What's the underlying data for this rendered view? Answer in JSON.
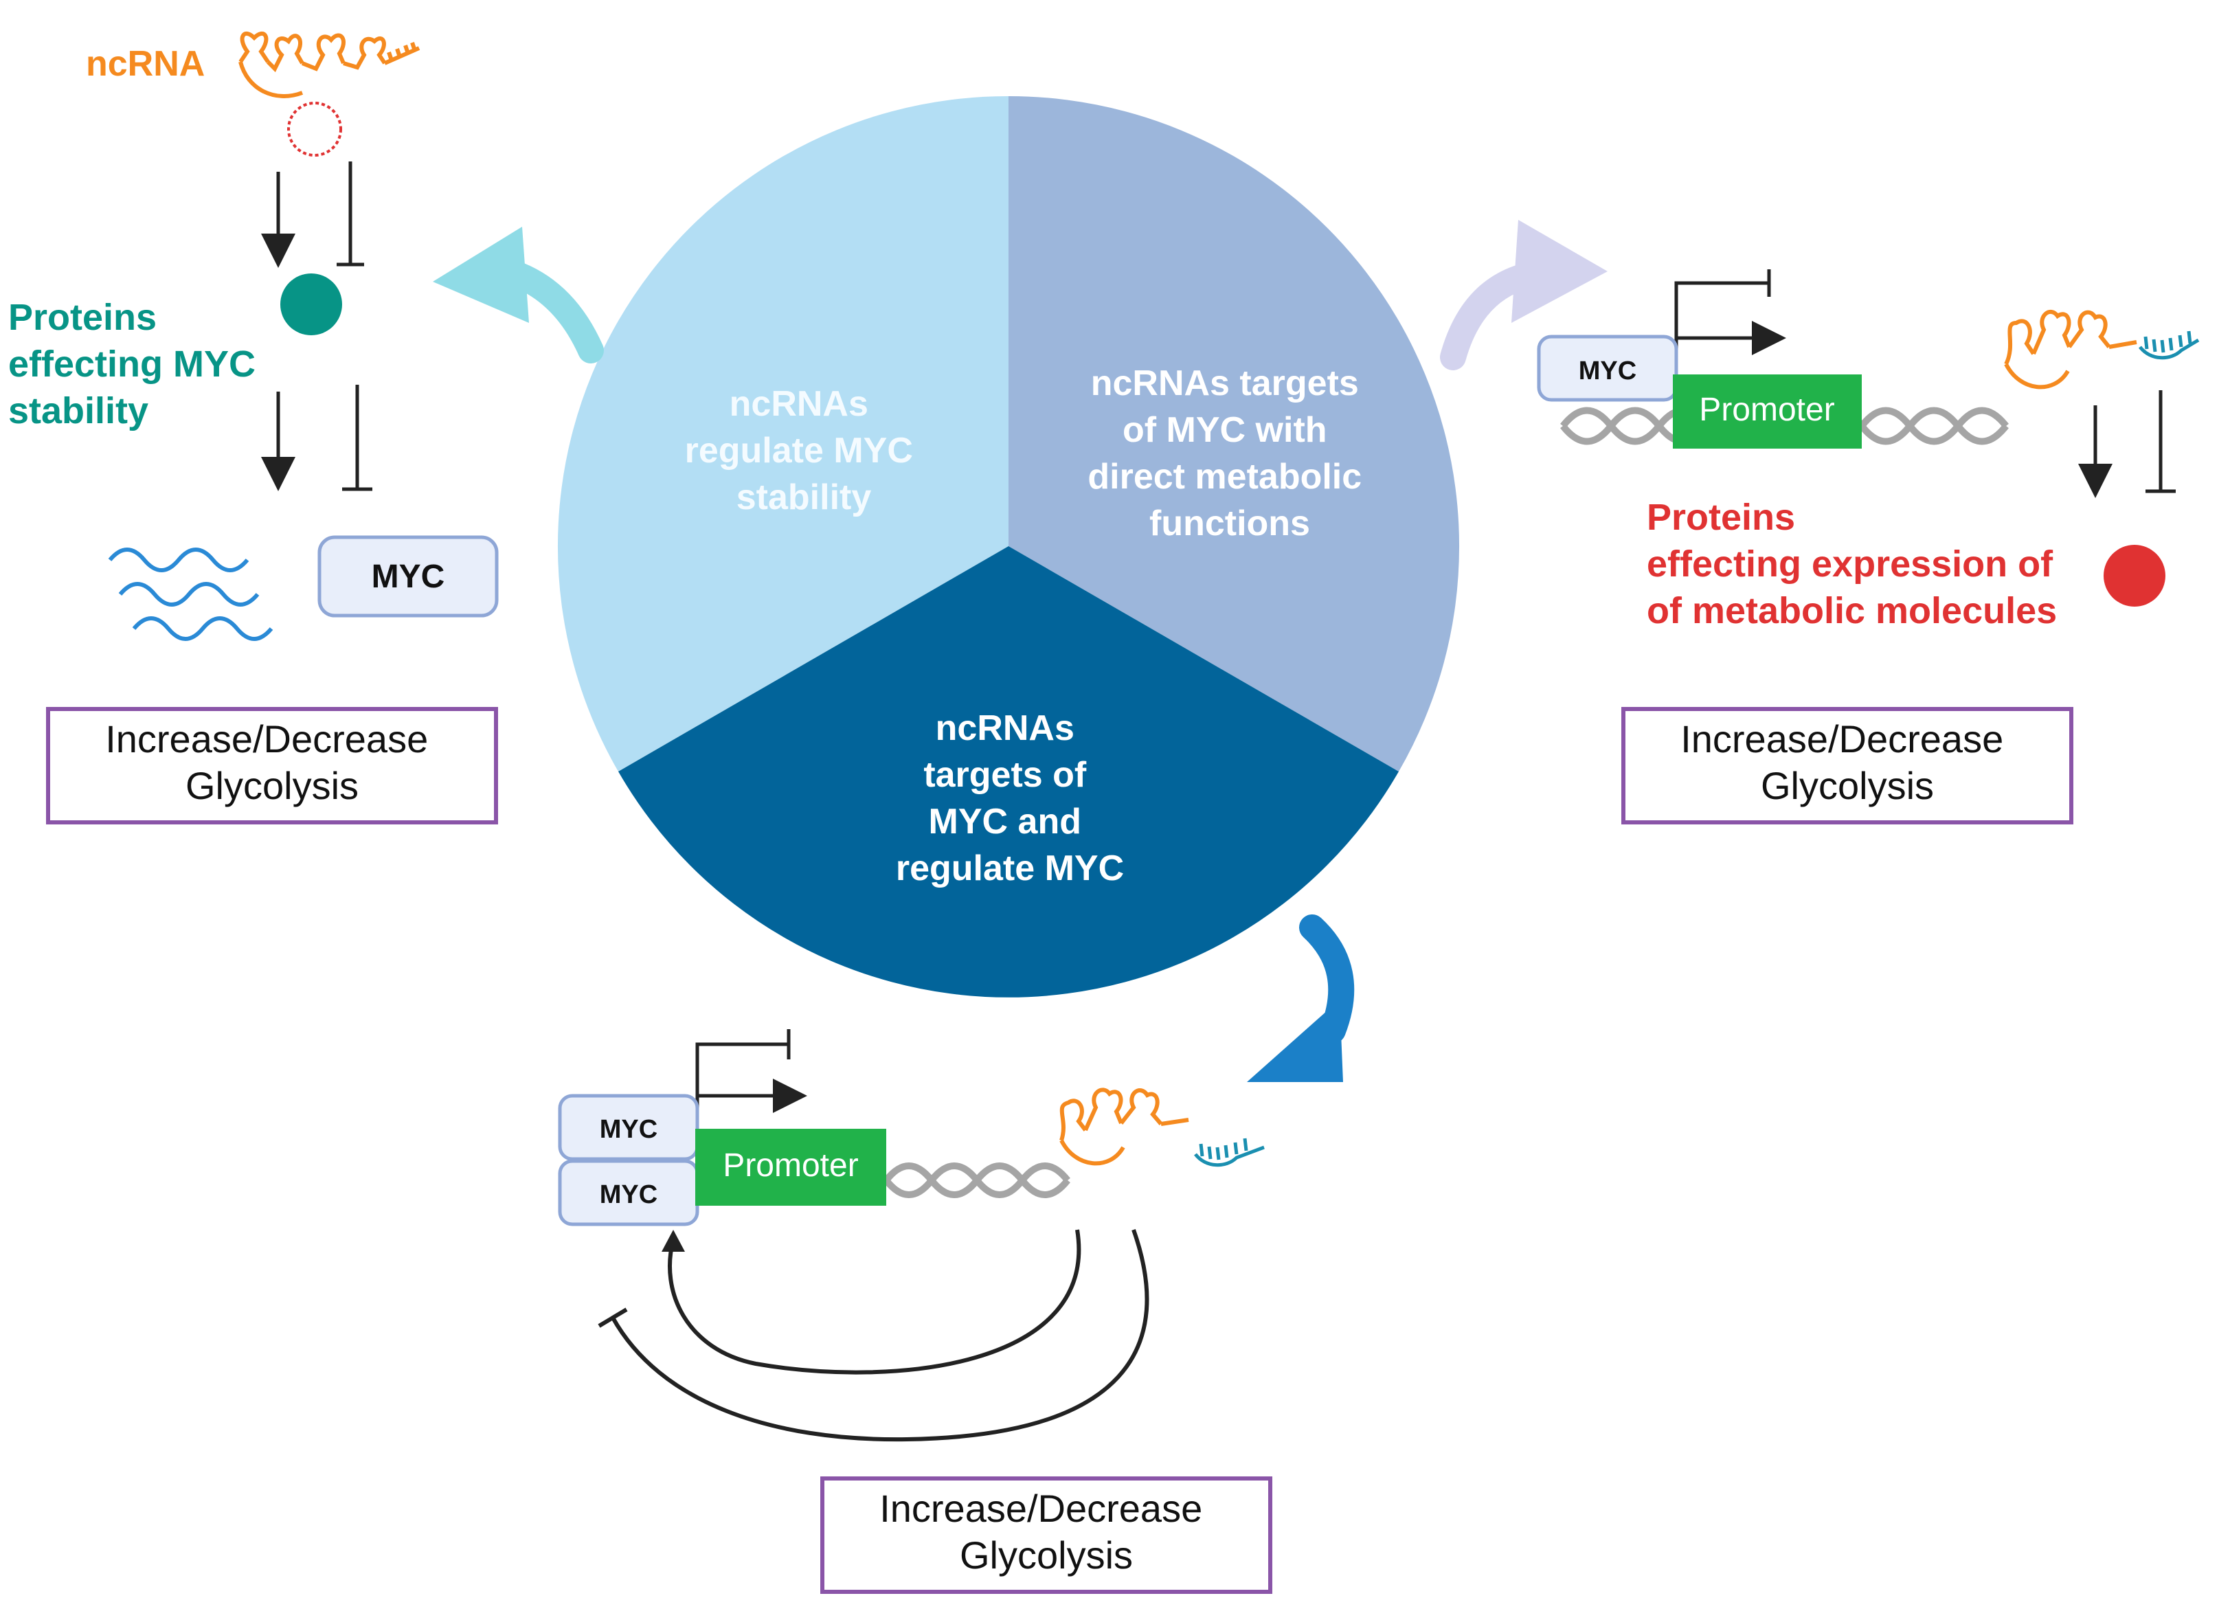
{
  "center": {
    "segment_top_left": [
      "ncRNAs",
      "regulate MYC",
      "stability"
    ],
    "segment_top_right": [
      "ncRNAs targets",
      "of  MYC  with",
      "direct metabolic",
      "functions"
    ],
    "segment_bottom": [
      "ncRNAs",
      "targets of",
      "MYC and",
      "regulate MYC"
    ]
  },
  "left_panel": {
    "ncrna_label": "ncRNA",
    "protein_label": [
      "Proteins",
      "effecting MYC",
      "stability"
    ],
    "myc_label": "MYC",
    "result": [
      "Increase/Decrease",
      "Glycolysis"
    ]
  },
  "right_panel": {
    "myc_label": "MYC",
    "promoter_label": "Promoter",
    "protein_label": [
      "Proteins",
      "effecting expression of",
      "of metabolic molecules"
    ],
    "result": [
      "Increase/Decrease",
      "Glycolysis"
    ]
  },
  "bottom_panel": {
    "myc_label_1": "MYC",
    "myc_label_2": "MYC",
    "promoter_label": "Promoter",
    "result": [
      "Increase/Decrease",
      "Glycolysis"
    ]
  },
  "colors": {
    "segment_light": "#b3def4",
    "segment_mid": "#9cb6db",
    "segment_dark": "#02649a",
    "ncrna_orange": "#f58a1f",
    "protein_teal": "#079486",
    "protein_red": "#e03232",
    "promoter_green": "#21b24a",
    "box_purple": "#8a55a8",
    "myc_fill": "#e8eefa",
    "myc_stroke": "#8ea6d6",
    "mrna_blue": "#2a8ad6",
    "dna_gray": "#a5a5a5",
    "hairpin_teal": "#1a8fb0"
  }
}
